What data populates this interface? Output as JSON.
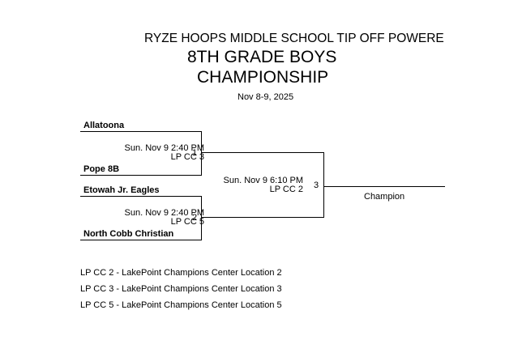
{
  "header": {
    "tournament": "RYZE HOOPS MIDDLE SCHOOL TIP OFF POWERE",
    "division": "8TH GRADE BOYS",
    "bracket": "CHAMPIONSHIP",
    "dates": "Nov 8-9, 2025"
  },
  "bracket": {
    "game1": {
      "team_top": "Allatoona",
      "team_bottom": "Pope 8B",
      "time": "Sun. Nov 9 2:40 PM",
      "location": "LP CC 3",
      "number": "1"
    },
    "game2": {
      "team_top": "Etowah Jr. Eagles",
      "team_bottom": "North Cobb Christian",
      "time": "Sun. Nov 9 2:40 PM",
      "location": "LP CC 5",
      "number": "2"
    },
    "game3": {
      "time": "Sun. Nov 9 6:10 PM",
      "location": "LP CC 2",
      "number": "3"
    },
    "champion_label": "Champion"
  },
  "legend": [
    "LP CC 2 - LakePoint Champions Center Location 2",
    "LP CC 3 - LakePoint Champions Center Location 3",
    "LP CC 5 - LakePoint Champions Center Location 5"
  ]
}
